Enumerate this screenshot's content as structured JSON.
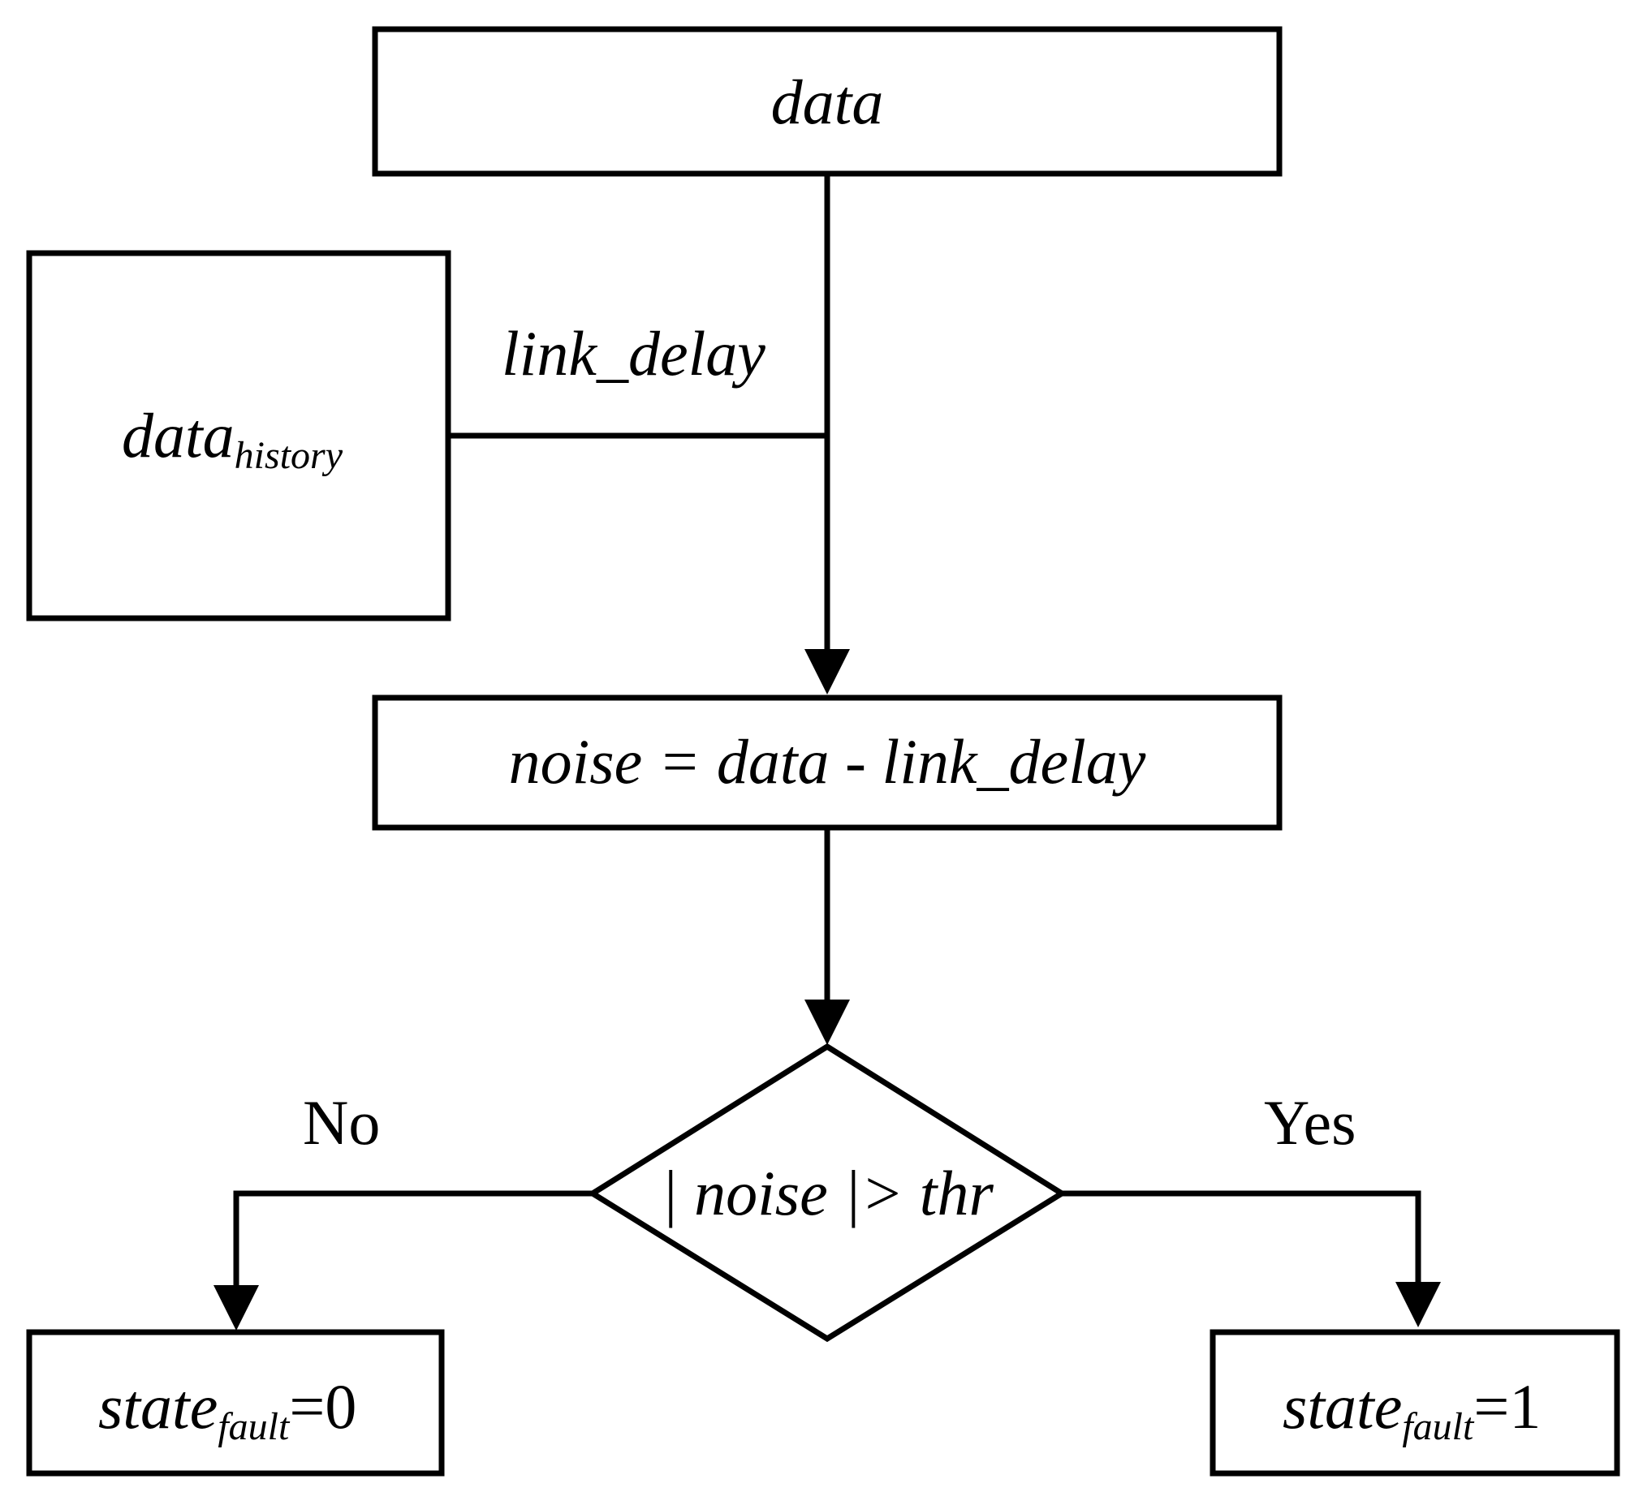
{
  "diagram": {
    "nodes": {
      "data": {
        "text": "data"
      },
      "history": {
        "main": "data",
        "sub": "history"
      },
      "noise": {
        "text": "noise = data - link_delay"
      },
      "decision": {
        "text": "| noise |> thr"
      },
      "state0": {
        "main": "state",
        "sub": "fault",
        "suffix": "=0"
      },
      "state1": {
        "main": "state",
        "sub": "fault",
        "suffix": "=1"
      }
    },
    "edges": {
      "link_delay": "link_delay",
      "no": "No",
      "yes": "Yes"
    }
  }
}
